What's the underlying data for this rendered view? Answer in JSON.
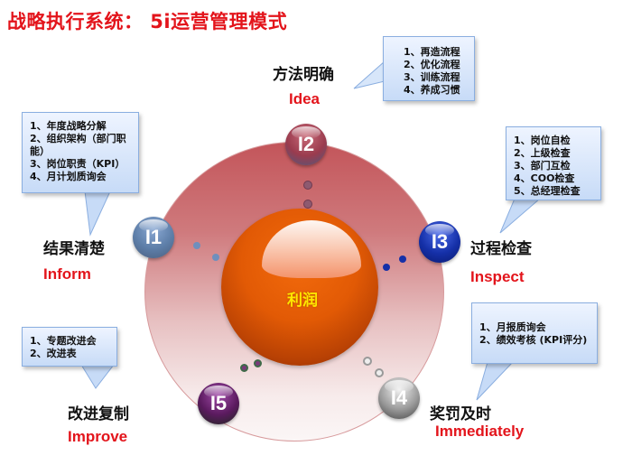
{
  "title": "战略执行系统： 5i运营管理模式",
  "center": {
    "label": "利润",
    "color": "#e25a05"
  },
  "nodes": [
    {
      "id": "I1",
      "label": "I1",
      "zh": "结果清楚",
      "en": "Inform",
      "color": "#5d7ea8",
      "callout": [
        "1、年度战略分解",
        "2、组织架构（部门职能）",
        "3、岗位职责（KPI）",
        "4、月计划质询会"
      ]
    },
    {
      "id": "I2",
      "label": "I2",
      "zh": "方法明确",
      "en": "Idea",
      "color": "#9a3b4e",
      "callout": [
        "1、再造流程",
        "2、优化流程",
        "3、训练流程",
        "4、养成习惯"
      ]
    },
    {
      "id": "I3",
      "label": "I3",
      "zh": "过程检查",
      "en": "Inspect",
      "color": "#1530a8",
      "callout": [
        "1、岗位自检",
        "2、上级检查",
        "3、部门互检",
        "4、COO检查",
        "5、总经理检查"
      ]
    },
    {
      "id": "I4",
      "label": "I4",
      "zh": "奖罚及时",
      "en": "Immediately",
      "color": "#8a8a8a",
      "callout": [
        "1、月报质询会",
        "2、绩效考核 (KPI评分)"
      ]
    },
    {
      "id": "I5",
      "label": "I5",
      "zh": "改进复制",
      "en": "Improve",
      "color": "#5a1a5e",
      "callout": [
        "1、专题改进会",
        "2、改进表"
      ]
    }
  ],
  "colors": {
    "title": "#e3141b",
    "accent_en": "#e3141b",
    "callout_bg": "#c7dbf7"
  }
}
